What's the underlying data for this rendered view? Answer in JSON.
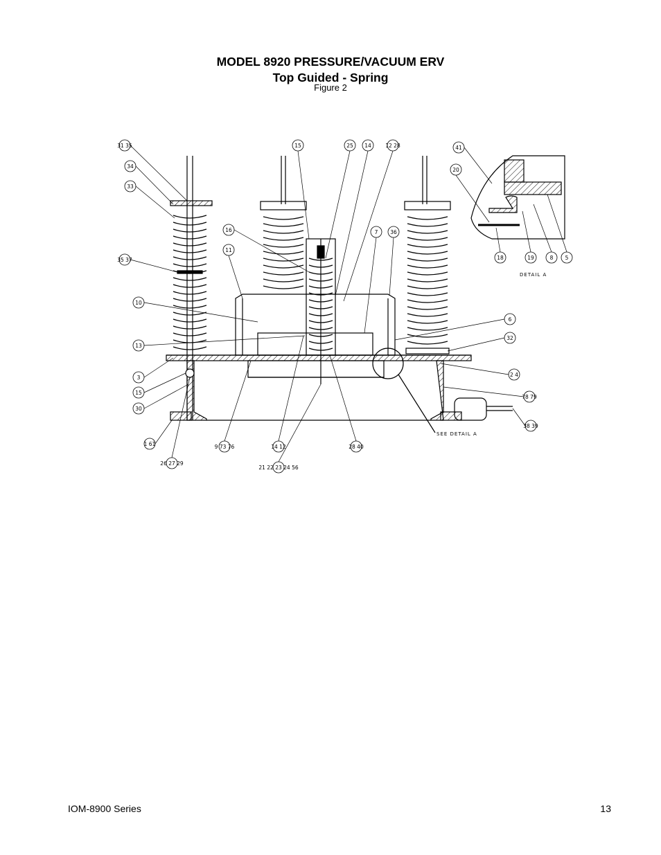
{
  "document": {
    "title": "MODEL 8920 PRESSURE/VACUUM ERV",
    "subtitle": "Top Guided - Spring",
    "caption": "Figure 2"
  },
  "figure": {
    "callouts": [
      "31 35",
      "34",
      "33",
      "35 37",
      "10",
      "13",
      "3",
      "15",
      "30",
      "1 61",
      "26 27 29",
      "15",
      "25",
      "14",
      "12 28",
      "16",
      "11",
      "7",
      "36",
      "41",
      "20",
      "18",
      "19",
      "8",
      "5",
      "6",
      "32",
      "2 4",
      "78 79",
      "38 39",
      "9 73 76",
      "14 12",
      "28 40",
      "21 22 23 24 56"
    ],
    "detail_label": "DETAIL  A",
    "see_detail_label": "SEE DETAIL  A"
  },
  "footer": {
    "series": "IOM-8900 Series",
    "page_number": "13"
  }
}
